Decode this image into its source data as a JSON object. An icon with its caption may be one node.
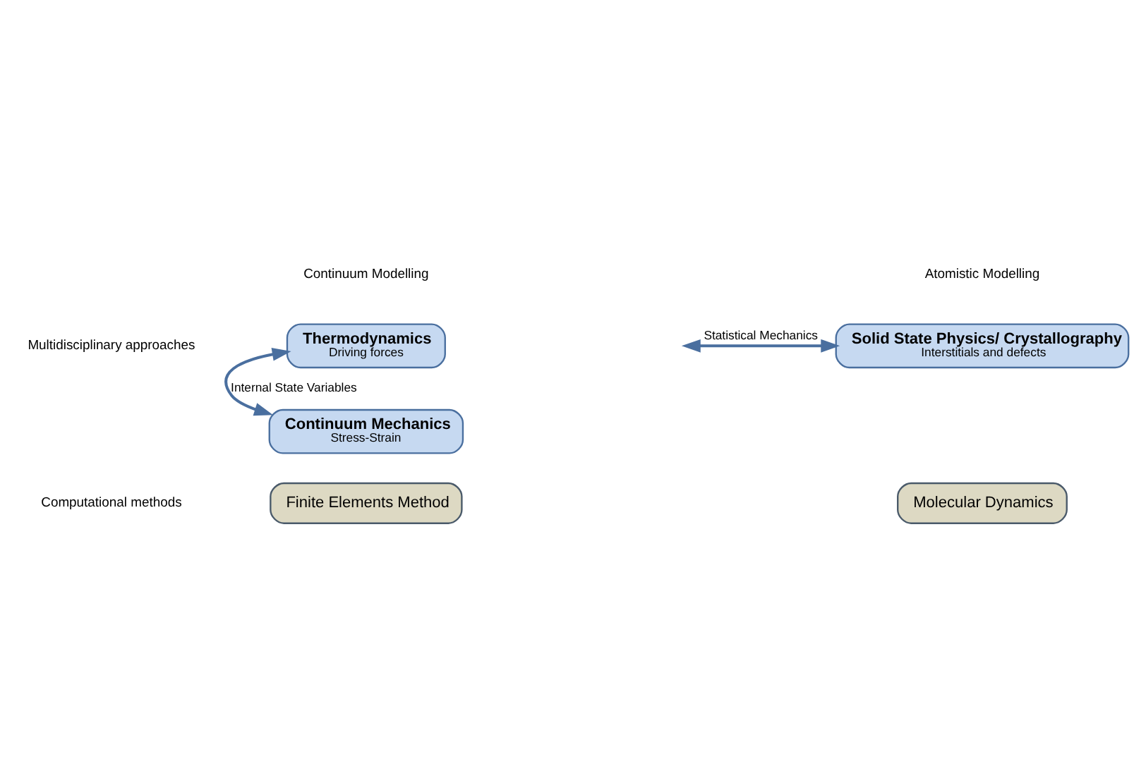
{
  "diagram": {
    "nodes": [
      {
        "text": [
          "Thermodynamics",
          "Driving forces"
        ]
      },
      {
        "text": [
          "Continuum Mechanics",
          "Stress-Strain"
        ]
      },
      {
        "text": [
          "Solid State Physics/ Crystallography",
          "Interstitials and defects"
        ]
      },
      {
        "text": [
          "Finite Elements Method"
        ]
      },
      {
        "text": [
          "Molecular Dynamics"
        ]
      }
    ],
    "edges": [
      {
        "from": 0,
        "to": 1,
        "arrow": "both",
        "label": "Internal State Variables"
      },
      {
        "from": null,
        "to": 2,
        "arrow": "both",
        "label": "Statistical Mechanics"
      }
    ],
    "labels": [
      "Continuum Modelling",
      "Atomistic Modelling",
      "Multidisciplinary approaches",
      "Computational methods"
    ]
  }
}
